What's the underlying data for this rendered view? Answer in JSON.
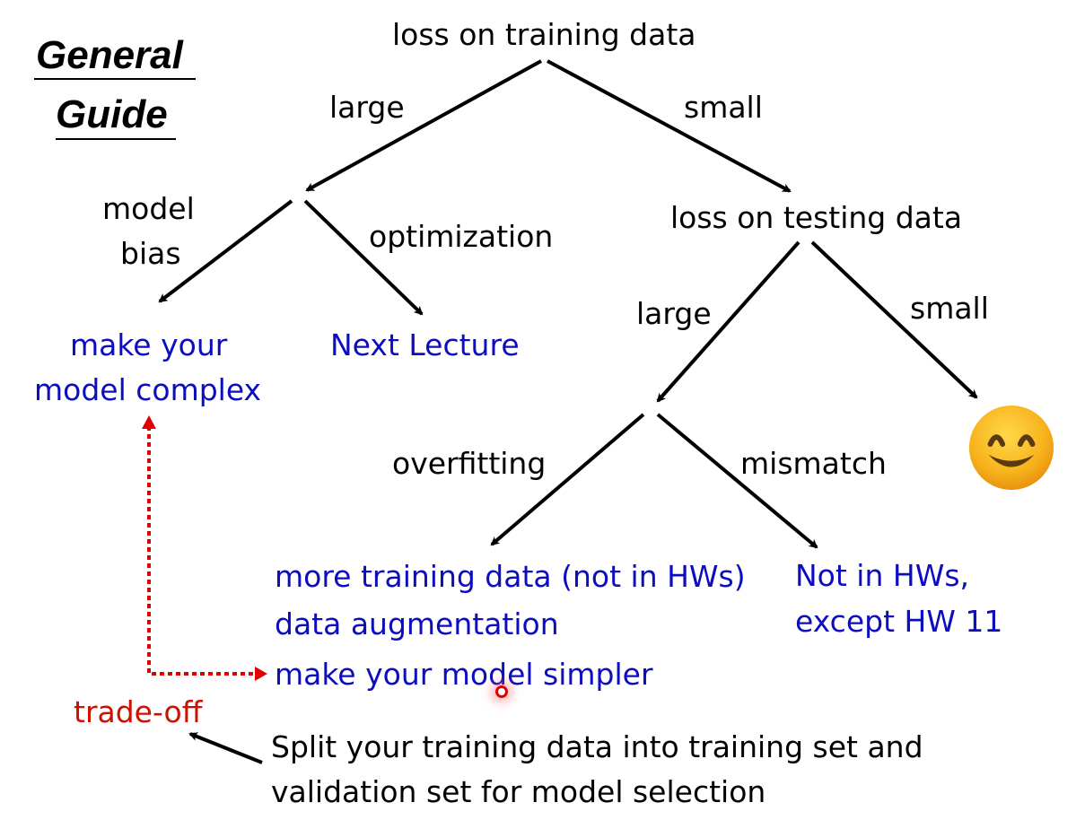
{
  "title": {
    "line1": "General",
    "line2": "Guide"
  },
  "nodes": {
    "root": "loss on training data",
    "train_large": "large",
    "train_small": "small",
    "model_bias_1": "model",
    "model_bias_2": "bias",
    "optimization": "optimization",
    "make_complex_1": "make your",
    "make_complex_2": "model complex",
    "next_lecture": "Next Lecture",
    "test_node": "loss on testing data",
    "test_large": "large",
    "test_small": "small",
    "overfitting": "overfitting",
    "mismatch": "mismatch",
    "overfit_fix_1": "more training data (not in HWs)",
    "overfit_fix_2": "data augmentation",
    "overfit_fix_3": "make your model simpler",
    "mismatch_fix_1": "Not in HWs,",
    "mismatch_fix_2": "except HW 11",
    "tradeoff": "trade-off",
    "split_1": "Split your training data into training set and",
    "split_2": "validation set for model selection"
  },
  "icons": {
    "result_icon": "smiling-face-emoji",
    "cursor": "pointer-cursor-indicator"
  },
  "colors": {
    "text": "#000000",
    "solution": "#0d0dc0",
    "tradeoff": "#cc1100",
    "emoji_fill": "#f7b21b"
  }
}
